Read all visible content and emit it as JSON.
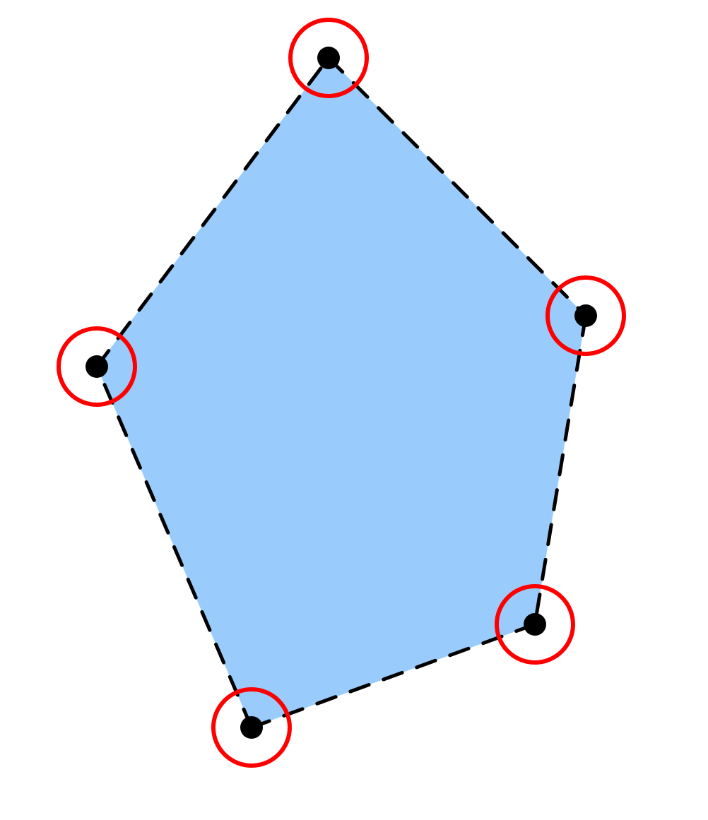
{
  "diagram": {
    "shape": "pentagon",
    "vertex_count": 5,
    "vertices": [
      "top",
      "right",
      "bottom-right",
      "bottom-left",
      "left"
    ],
    "colors": {
      "fill": "#99ccfd",
      "edge": "#000000",
      "vertex": "#000000",
      "marker": "#ff0000",
      "background": "#ffffff"
    },
    "edge_style": "dashed",
    "vertex_marker": "red circle"
  }
}
